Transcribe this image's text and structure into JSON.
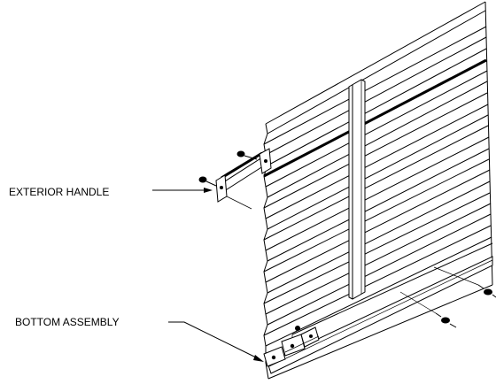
{
  "diagram": {
    "callouts": [
      {
        "id": "exterior-handle",
        "label": "EXTERIOR HANDLE"
      },
      {
        "id": "bottom-assembly",
        "label": "BOTTOM ASSEMBLY"
      }
    ]
  }
}
